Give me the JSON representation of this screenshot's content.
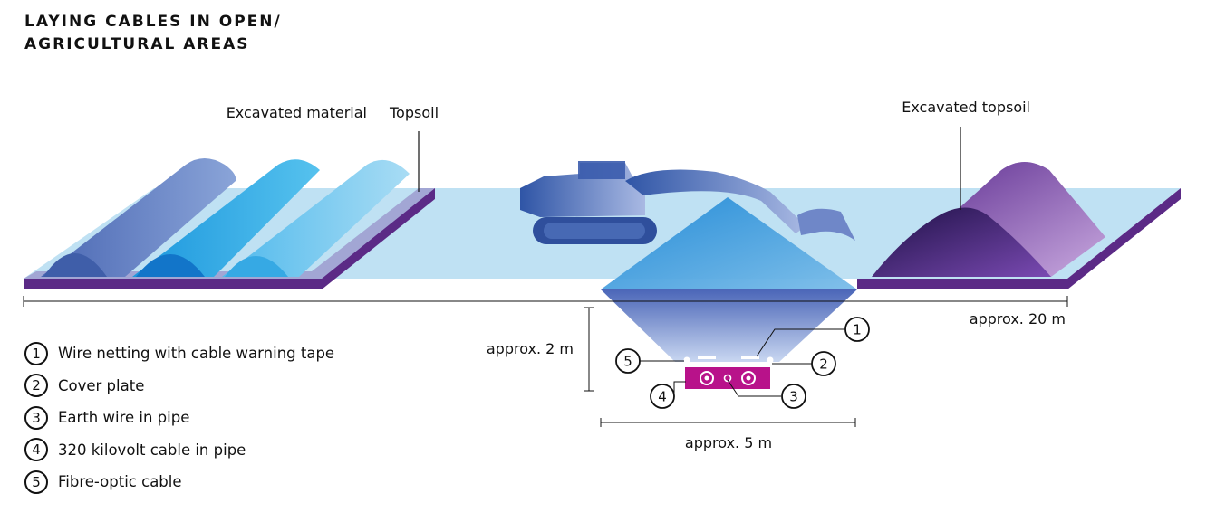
{
  "title": {
    "line1": "LAYING CABLES IN OPEN/",
    "line2": "AGRICULTURAL AREAS"
  },
  "labels": {
    "excavated_material": "Excavated material",
    "topsoil": "Topsoil",
    "excavated_topsoil": "Excavated topsoil",
    "width_total": "approx. 20 m",
    "depth": "approx. 2 m",
    "width_trench": "approx. 5 m"
  },
  "callouts": [
    "1",
    "2",
    "3",
    "4",
    "5"
  ],
  "legend": [
    {
      "num": "1",
      "text": "Wire netting with cable warning tape"
    },
    {
      "num": "2",
      "text": "Cover plate"
    },
    {
      "num": "3",
      "text": "Earth wire in pipe"
    },
    {
      "num": "4",
      "text": "320 kilovolt cable in pipe"
    },
    {
      "num": "5",
      "text": "Fibre-optic cable"
    }
  ],
  "colors": {
    "ground": "#bfe1f3",
    "soil_edge": "#5b2a86",
    "cable_box": "#b8128a",
    "excavator": "#3d5fae"
  },
  "icons": [
    "excavator-icon"
  ]
}
